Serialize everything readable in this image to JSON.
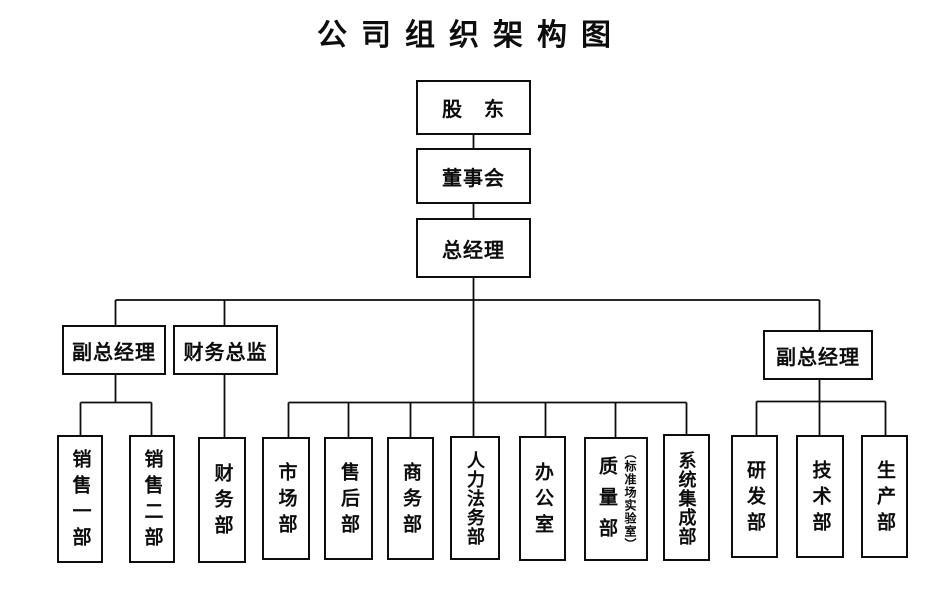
{
  "title": "公司组织架构图",
  "hierarchy": {
    "shareholders": "股　东",
    "board": "董事会",
    "general_manager": "总经理",
    "executives": [
      {
        "label": "副总经理"
      },
      {
        "label": "财务总监"
      },
      {
        "label": "副总经理"
      }
    ]
  },
  "departments": [
    {
      "name": "销售一部"
    },
    {
      "name": "销售二部"
    },
    {
      "name": "财务部"
    },
    {
      "name": "市场部"
    },
    {
      "name": "售后部"
    },
    {
      "name": "商务部"
    },
    {
      "name": "人力法务部"
    },
    {
      "name": "办公室"
    },
    {
      "name": "质量部",
      "sub": "（标准场实验室）"
    },
    {
      "name": "系统集成部"
    },
    {
      "name": "研发部"
    },
    {
      "name": "技术部"
    },
    {
      "name": "生产部"
    }
  ]
}
